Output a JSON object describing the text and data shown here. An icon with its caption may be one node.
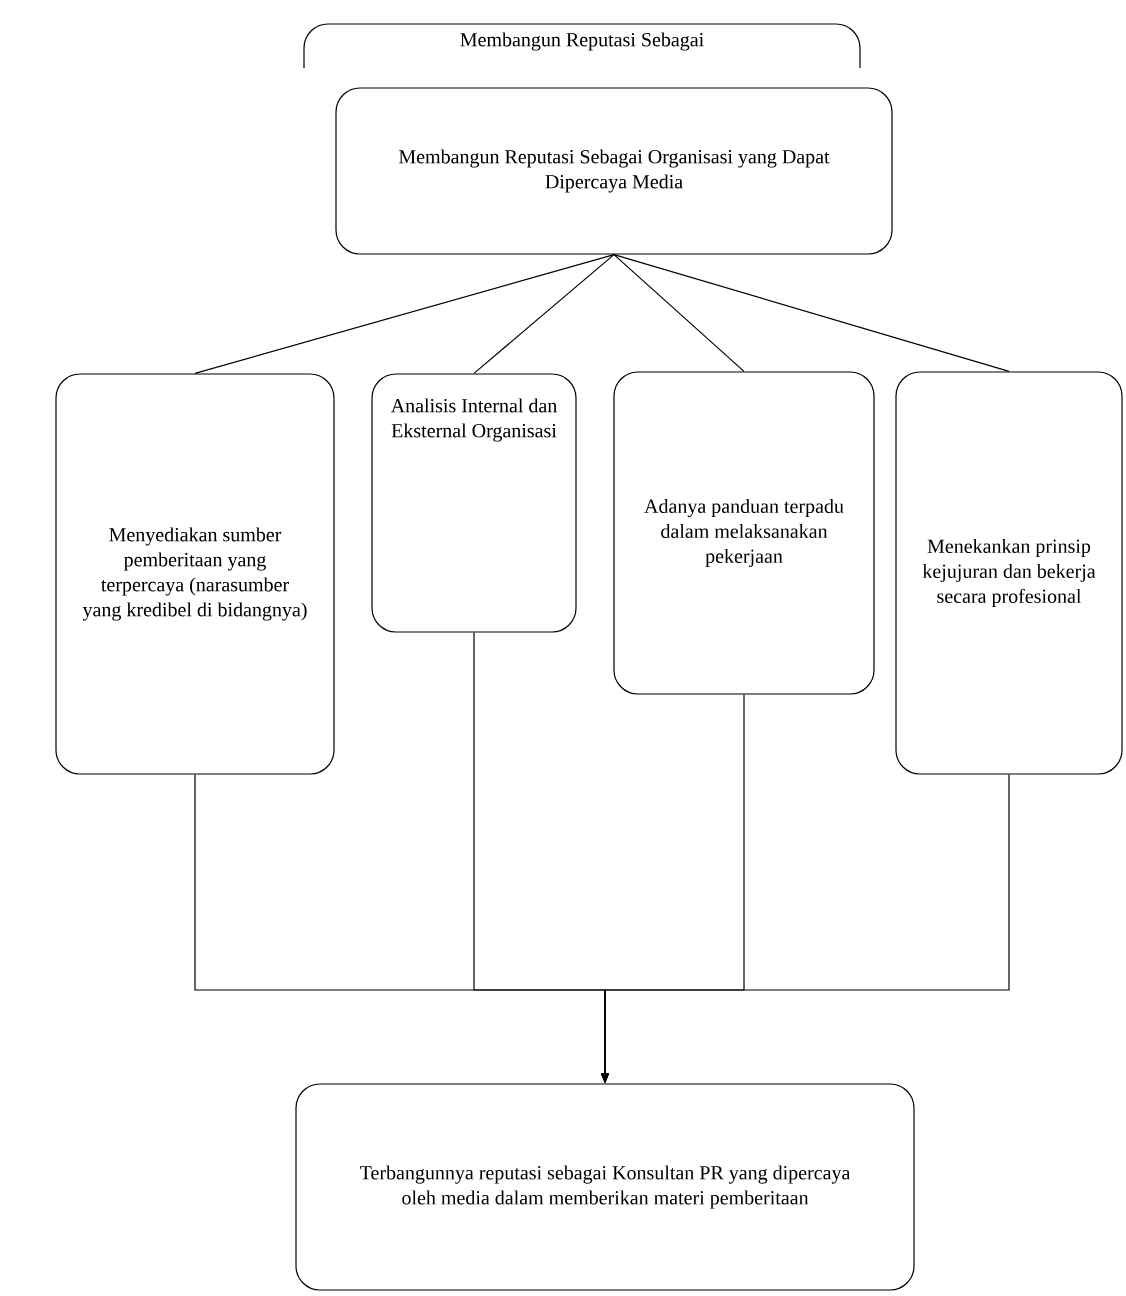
{
  "diagram": {
    "nodes": [
      {
        "text": [
          "Membangun Reputasi Sebagai"
        ]
      },
      {
        "text": [
          "Membangun Reputasi Sebagai Organisasi yang Dapat Dipercaya Media"
        ]
      },
      {
        "text": [
          "Menyediakan sumber pemberitaan yang terpercaya (narasumber yang kredibel di bidangnya)"
        ]
      },
      {
        "text": [
          "Analisis Internal dan Eksternal Organisasi"
        ]
      },
      {
        "text": [
          "Adanya panduan terpadu dalam melaksanakan pekerjaan"
        ]
      },
      {
        "text": [
          "Menekankan prinsip kejujuran dan bekerja secara profesional"
        ]
      },
      {
        "text": [
          "Terbangunnya reputasi sebagai Konsultan PR yang dipercaya oleh media dalam memberikan materi pemberitaan"
        ]
      }
    ],
    "edges": [
      {
        "from": 1,
        "to": 2,
        "arrow": "none"
      },
      {
        "from": 1,
        "to": 3,
        "arrow": "none"
      },
      {
        "from": 1,
        "to": 4,
        "arrow": "none"
      },
      {
        "from": 1,
        "to": 5,
        "arrow": "none"
      },
      {
        "from": 2,
        "to": 6,
        "arrow": "to"
      },
      {
        "from": 3,
        "to": 6,
        "arrow": "to"
      },
      {
        "from": 4,
        "to": 6,
        "arrow": "to"
      },
      {
        "from": 5,
        "to": 6,
        "arrow": "to"
      }
    ]
  }
}
